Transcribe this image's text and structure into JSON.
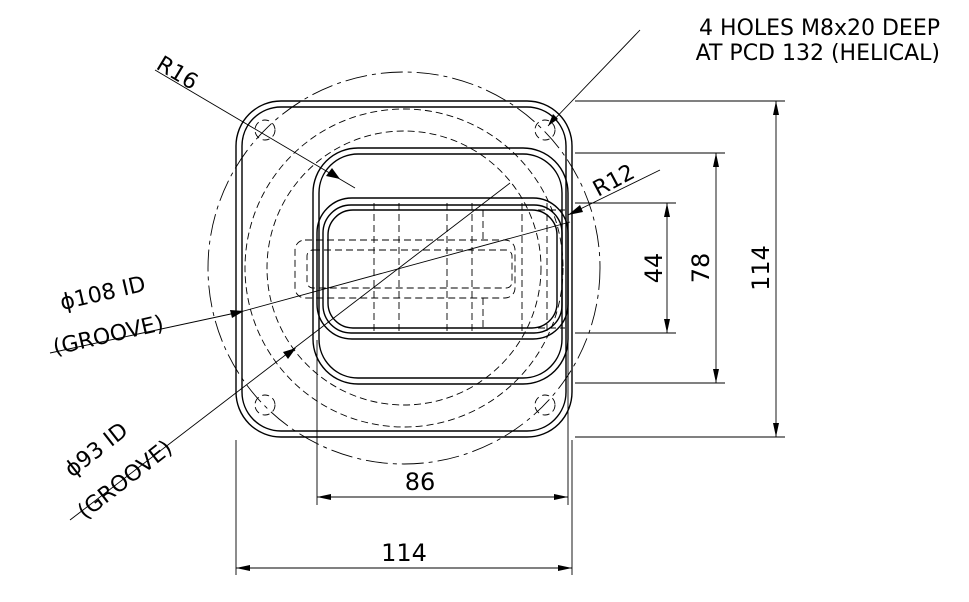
{
  "callouts": {
    "holes_line1": "4 HOLES M8x20 DEEP",
    "holes_line2": "AT PCD 132 (HELICAL)",
    "r16": "R16",
    "r12": "R12",
    "groove108_line1": "ϕ108 ID",
    "groove108_line2": "(GROOVE)",
    "groove93_line1": "ϕ93 ID",
    "groove93_line2": "(GROOVE)"
  },
  "dimensions": {
    "width_inner": "86",
    "width_outer": "114",
    "height_slot": "44",
    "height_mid": "78",
    "height_outer": "114"
  }
}
